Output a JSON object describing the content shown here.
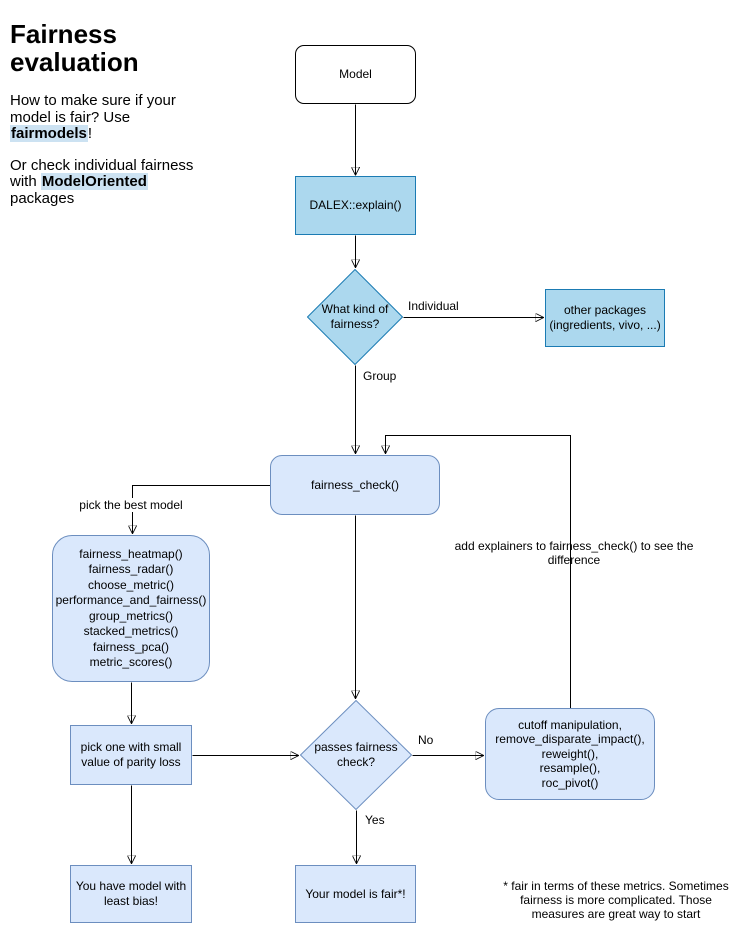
{
  "palette": {
    "blue-fill": "#ACD8EE",
    "blue-stroke": "#1B7BB3",
    "peri-fill": "#DAE8FC",
    "peri-stroke": "#6C8EBF",
    "highlight": "#CCE2F2"
  },
  "intro": {
    "title": "Fairness\nevaluation",
    "p1_prefix": "How to make sure if your\nmodel is fair? Use\n",
    "p1_highlight": "fairmodels",
    "p1_suffix": "!",
    "p2_prefix": "Or check individual fairness\nwith ",
    "p2_highlight": "ModelOriented",
    "p2_suffix": "\npackages"
  },
  "nodes": {
    "model": "Model",
    "dalex": "DALEX::explain()",
    "fairness_kind": [
      "What kind of",
      "fairness?"
    ],
    "other_packages": [
      "other packages",
      "(ingredients, vivo, ...)"
    ],
    "fairness_check": "fairness_check()",
    "metrics_functions": [
      "fairness_heatmap()",
      "fairness_radar()",
      "choose_metric()",
      "performance_and_fairness()",
      "group_metrics()",
      "stacked_metrics()",
      "fairness_pca()",
      "metric_scores()"
    ],
    "pick_one": [
      "pick one with small",
      "value of parity loss"
    ],
    "passes_check": [
      "passes fairness",
      "check?"
    ],
    "mitigation": [
      "cutoff manipulation,",
      "remove_disparate_impact(),",
      "reweight(),",
      "resample(),",
      "roc_pivot()"
    ],
    "least_bias": [
      "You have model with",
      "least bias!"
    ],
    "model_fair": "Your model is fair*!"
  },
  "edge_labels": {
    "individual": "Individual",
    "group": "Group",
    "no": "No",
    "yes": "Yes",
    "pick_best": "pick the best model",
    "add_explainers": "add explainers to fairness_check() to see the difference"
  },
  "footnote": [
    "* fair in terms of these metrics. Sometimes",
    "fairness is more complicated. Those",
    "measures are great way to start"
  ]
}
